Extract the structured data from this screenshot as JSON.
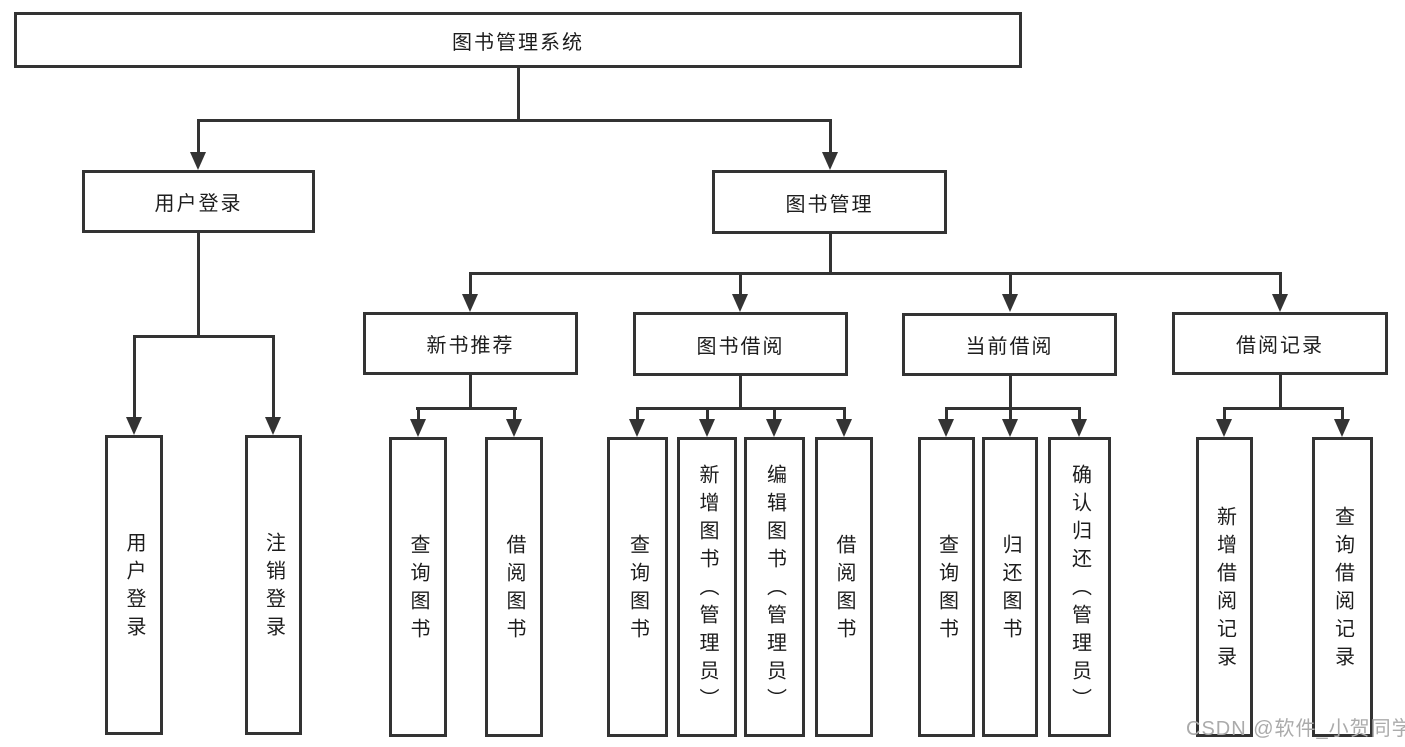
{
  "diagram": {
    "title": "图书管理系统",
    "branches": [
      {
        "label": "用户登录",
        "leaves": [
          "用户登录",
          "注销登录"
        ]
      },
      {
        "label": "图书管理",
        "groups": [
          {
            "label": "新书推荐",
            "leaves": [
              "查询图书",
              "借阅图书"
            ]
          },
          {
            "label": "图书借阅",
            "leaves": [
              "查询图书",
              "新增图书（管理员）",
              "编辑图书（管理员）",
              "借阅图书"
            ]
          },
          {
            "label": "当前借阅",
            "leaves": [
              "查询图书",
              "归还图书",
              "确认归还（管理员）"
            ]
          },
          {
            "label": "借阅记录",
            "leaves": [
              "新增借阅记录",
              "查询借阅记录"
            ]
          }
        ]
      }
    ],
    "line_color": "#333333",
    "background_color": "#ffffff"
  },
  "watermark": {
    "text": "CSDN @软件_小贺同学",
    "color": "#ababab"
  }
}
